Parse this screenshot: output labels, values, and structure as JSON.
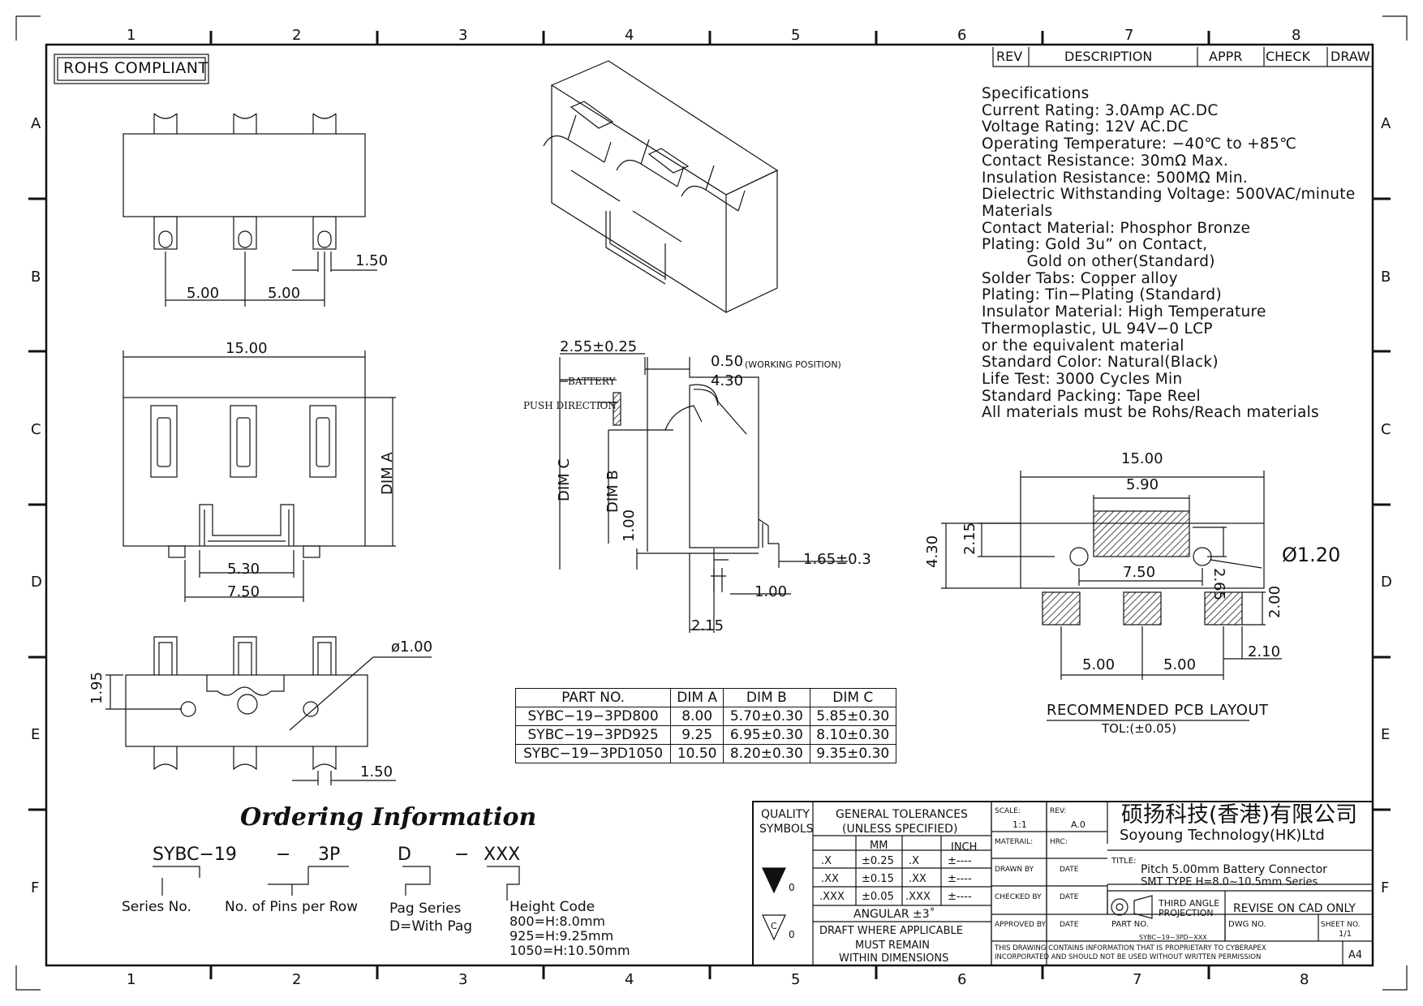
{
  "border": {
    "cols_top": [
      "1",
      "2",
      "3",
      "4",
      "5",
      "6",
      "7",
      "8"
    ],
    "rows": [
      "A",
      "B",
      "C",
      "D",
      "E",
      "F"
    ]
  },
  "rohs": "ROHS COMPLIANT",
  "rev_table": {
    "rev": "REV",
    "description": "DESCRIPTION",
    "appr": "APPR",
    "check": "CHECK",
    "draw": "DRAW"
  },
  "specs": [
    "Specifications",
    "Current Rating: 3.0Amp AC.DC",
    "Voltage Rating: 12V AC.DC",
    "Operating Temperature: −40℃ to +85℃",
    "Contact Resistance: 30mΩ Max.",
    "Insulation Resistance: 500MΩ Min.",
    "Dielectric Withstanding Voltage: 500VAC/minute",
    "Materials",
    "Contact Material: Phosphor Bronze",
    "Plating: Gold 3u” on Contact,",
    "         Gold on other(Standard)",
    "Solder Tabs: Copper alloy",
    "Plating: Tin−Plating (Standard)",
    "Insulator Material: High Temperature",
    "Thermoplastic, UL 94V−0 LCP",
    "or the equivalent material",
    "Standard Color: Natural(Black)",
    "Life Test: 3000 Cycles Min",
    "Standard Packing: Tape Reel",
    "All materials must be Rohs/Reach materials"
  ],
  "dims": {
    "top_pitch1": "5.00",
    "top_pitch2": "5.00",
    "top_pin": "1.50",
    "front_width": "15.00",
    "dim_a": "DIM A",
    "front_530": "5.30",
    "front_750": "7.50",
    "bottom_hole": "ø1.00",
    "bottom_195": "1.95",
    "bottom_150": "1.50",
    "side_255": "2.55±0.25",
    "side_050": "0.50",
    "side_working": "(WORKING POSITION)",
    "side_430": "4.30",
    "battery": "BATTERY",
    "push": "PUSH DIRECTION",
    "dim_c": "DIM C",
    "dim_b": "DIM B",
    "side_100v": "1.00",
    "side_165": "1.65±0.3",
    "side_100h": "1.00",
    "side_215": "2.15",
    "pcb_1500": "15.00",
    "pcb_590": "5.90",
    "pcb_430": "4.30",
    "pcb_215": "2.15",
    "pcb_265": "2.65",
    "pcb_hole": "Ø1.20",
    "pcb_750": "7.50",
    "pcb_200": "2.00",
    "pcb_210": "2.10",
    "pcb_500a": "5.00",
    "pcb_500b": "5.00",
    "pcb_title": "RECOMMENDED PCB LAYOUT",
    "pcb_tol": "TOL:(±0.05)"
  },
  "part_table": {
    "headers": [
      "PART NO.",
      "DIM A",
      "DIM B",
      "DIM C"
    ],
    "rows": [
      [
        "SYBC−19−3PD800",
        "8.00",
        "5.70±0.30",
        "5.85±0.30"
      ],
      [
        "SYBC−19−3PD925",
        "9.25",
        "6.95±0.30",
        "8.10±0.30"
      ],
      [
        "SYBC−19−3PD1050",
        "10.50",
        "8.20±0.30",
        "9.35±0.30"
      ]
    ]
  },
  "ordering": {
    "title": "Ordering Information",
    "code_a": "SYBC−19",
    "dash1": "−",
    "code_b": "3P",
    "code_c": "D",
    "dash2": "−",
    "code_d": "XXX",
    "label_series": "Series No.",
    "label_pins": "No. of Pins per Row",
    "label_pag1": "Pag Series",
    "label_pag2": "D=With Pag",
    "label_height": "Height Code",
    "h1": "800=H:8.0mm",
    "h2": "925=H:9.25mm",
    "h3": "1050=H:10.50mm"
  },
  "title_block": {
    "quality": "QUALITY",
    "symbols": "SYMBOLS",
    "tol_title1": "GENERAL TOLERANCES",
    "tol_title2": "(UNLESS SPECIFIED)",
    "mm": "MM",
    "inch": "INCH",
    "tol_rows": [
      [
        ".X",
        "±0.25",
        ".X",
        "±----"
      ],
      [
        ".XX",
        "±0.15",
        ".XX",
        "±----"
      ],
      [
        ".XXX",
        "±0.05",
        ".XXX",
        "±----"
      ]
    ],
    "angular": "ANGULAR ±3˚",
    "draft1": "DRAFT WHERE APPLICABLE",
    "draft2": "MUST REMAIN",
    "draft3": "WITHIN DIMENSIONS",
    "sym1": "0",
    "sym2": "0",
    "sym_c": "C",
    "scale_lbl": "SCALE:",
    "scale_val": "1:1",
    "rev_lbl": "REV:",
    "rev_val": "A.0",
    "material_lbl": "MATERAIL:",
    "hrc_lbl": "HRC:",
    "drawn": "DRAWN BY",
    "checked": "CHECKED BY",
    "approved": "APPROVED BY",
    "date": "DATE",
    "company_cn": "硕扬科技(香港)有限公司",
    "company_en": "Soyoung Technology(HK)Ltd",
    "title_lbl": "TITLE:",
    "title1": "Pitch 5.00mm Battery Connector",
    "title2": "SMT TYPE H=8.0~10.5mm Series",
    "third1": "THIRD ANGLE",
    "third2": "PROJECTION",
    "revise": "REVISE ON CAD ONLY",
    "part_lbl": "PART NO.",
    "part_val": "SYBC−19−3PD−XXX",
    "dwg_lbl": "DWG NO.",
    "sheet_lbl": "SHEET NO.",
    "sheet_val": "1/1",
    "notice1": "THIS DRAWING CONTAINS INFORMATION THAT IS PROPRIETARY TO CYBERAPEX",
    "notice2": "INCORPORATED AND SHOULD NOT BE USED WITHOUT WRITTEN PERMISSION",
    "size": "A4"
  }
}
